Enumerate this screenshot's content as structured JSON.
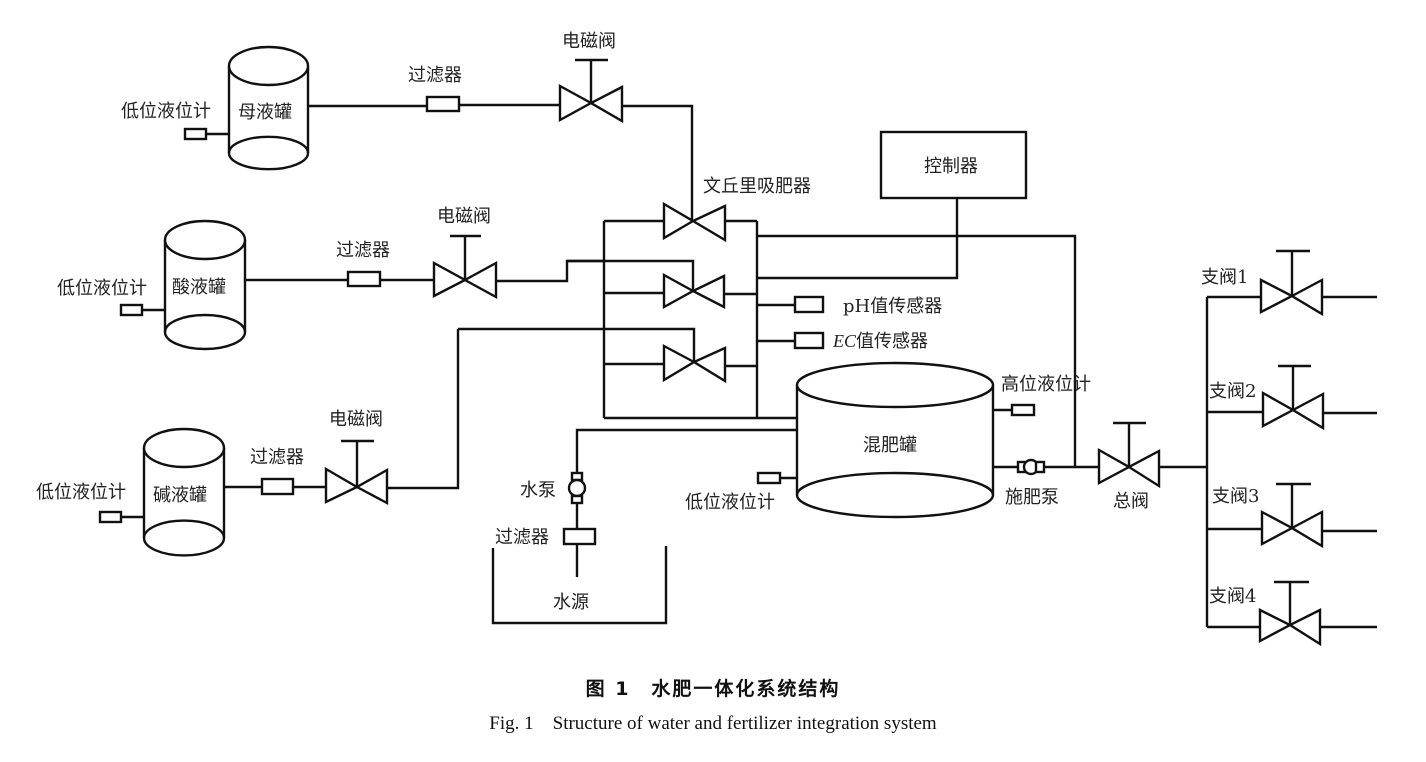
{
  "diagram": {
    "tanks": {
      "mother": "母液罐",
      "acid": "酸液罐",
      "alkali": "碱液罐",
      "mix": "混肥罐"
    },
    "labels": {
      "low_level_1": "低位液位计",
      "low_level_2": "低位液位计",
      "low_level_3": "低位液位计",
      "low_level_mix": "低位液位计",
      "high_level_mix": "高位液位计",
      "filter_1": "过滤器",
      "filter_2": "过滤器",
      "filter_3": "过滤器",
      "filter_water": "过滤器",
      "solenoid_1": "电磁阀",
      "solenoid_2": "电磁阀",
      "solenoid_3": "电磁阀",
      "venturi": "文丘里吸肥器",
      "controller": "控制器",
      "ph_sensor_prefix": "pH",
      "ph_sensor_suffix": "值传感器",
      "ec_sensor_prefix": "EC",
      "ec_sensor_suffix": "值传感器",
      "water_pump": "水泵",
      "water_source": "水源",
      "fert_pump": "施肥泵",
      "main_valve": "总阀",
      "branch_1": "支阀1",
      "branch_2": "支阀2",
      "branch_3": "支阀3",
      "branch_4": "支阀4"
    }
  },
  "caption": {
    "cn": "图 1　水肥一体化系统结构",
    "en": "Fig. 1　Structure of water and fertilizer integration system"
  }
}
